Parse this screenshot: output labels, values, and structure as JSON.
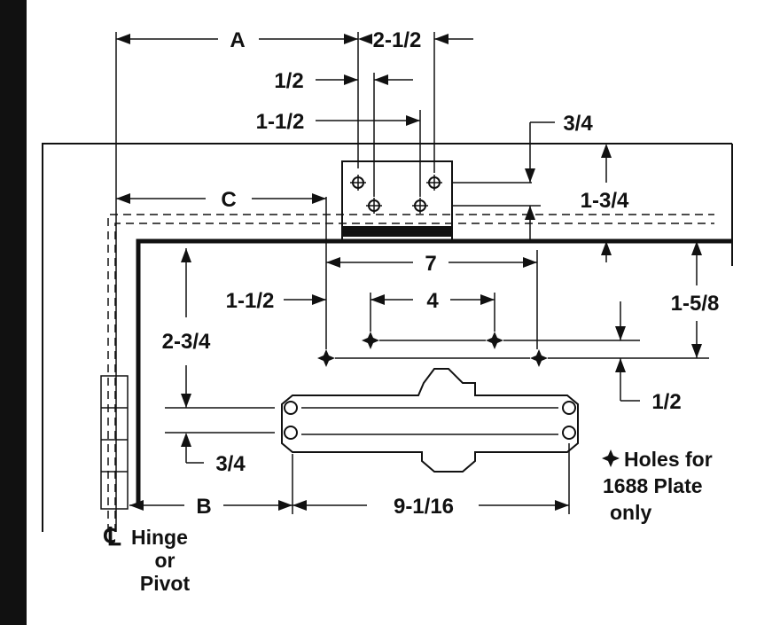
{
  "labels": {
    "A": "A",
    "two_and_half": "2-1/2",
    "half_top": "1/2",
    "one_and_half_top": "1-1/2",
    "three_quarters_top": "3/4",
    "C": "C",
    "one_and_three_quarters": "1-3/4",
    "seven": "7",
    "one_and_half_mid": "1-1/2",
    "four": "4",
    "one_and_five_eighths": "1-5/8",
    "two_and_three_quarters": "2-3/4",
    "half_right": "1/2",
    "three_quarters_bottom": "3/4",
    "B": "B",
    "nine_one_sixteenth": "9-1/16"
  },
  "notes": {
    "holes_line1": "Holes for",
    "holes_line2": "1688 Plate",
    "holes_line3": "only",
    "hinge_line1": "Hinge",
    "hinge_line2": "or",
    "hinge_line3": "Pivot",
    "centerline_symbol": "℄"
  }
}
